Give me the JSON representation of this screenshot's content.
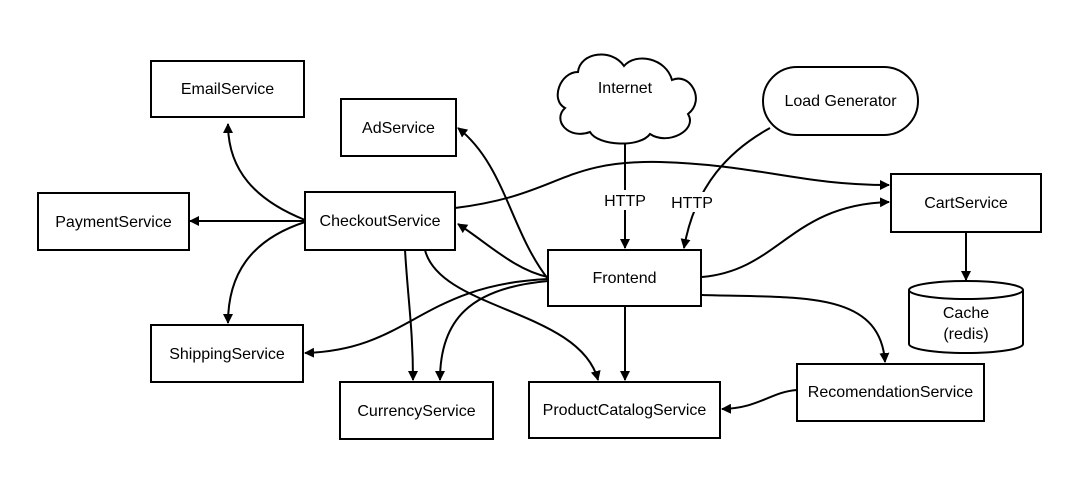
{
  "nodes": {
    "email_service": "EmailService",
    "ad_service": "AdService",
    "payment_service": "PaymentService",
    "checkout_service": "CheckoutService",
    "shipping_service": "ShippingService",
    "currency_service": "CurrencyService",
    "frontend": "Frontend",
    "product_catalog_service": "ProductCatalogService",
    "cart_service": "CartService",
    "cache_line1": "Cache",
    "cache_line2": "(redis)",
    "recommendation_service": "RecomendationService",
    "internet": "Internet",
    "load_generator": "Load Generator"
  },
  "edge_labels": {
    "internet_http": "HTTP",
    "loadgen_http": "HTTP"
  }
}
